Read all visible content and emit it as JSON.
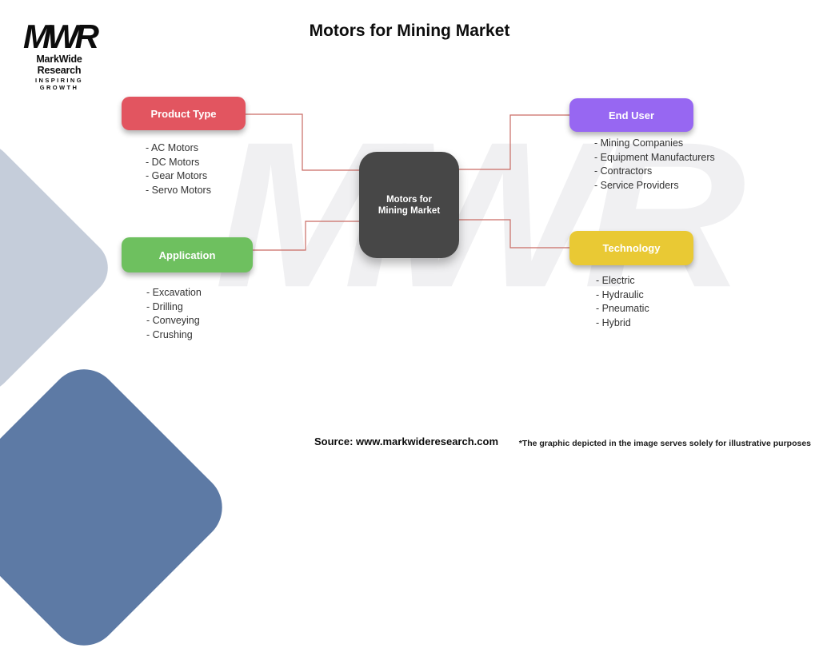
{
  "logo": {
    "mark": "MWR",
    "name": "MarkWide Research",
    "tagline": "INSPIRING GROWTH"
  },
  "title": "Motors for Mining Market",
  "watermark": "MWR",
  "diagram": {
    "connector_color": "#c96b64",
    "center": {
      "label": "Motors for Mining Market",
      "color": "#474747"
    },
    "nodes": [
      {
        "id": "product-type",
        "label": "Product Type",
        "color": "#e25560",
        "items": [
          "- AC Motors",
          "- DC Motors",
          "- Gear Motors",
          "- Servo Motors"
        ]
      },
      {
        "id": "end-user",
        "label": "End User",
        "color": "#9767f2",
        "items": [
          "- Mining Companies",
          "- Equipment Manufacturers",
          "- Contractors",
          "- Service Providers"
        ]
      },
      {
        "id": "application",
        "label": "Application",
        "color": "#6ec05f",
        "items": [
          "- Excavation",
          "- Drilling",
          "- Conveying",
          "- Crushing"
        ]
      },
      {
        "id": "technology",
        "label": "Technology",
        "color": "#e9c934",
        "items": [
          "- Electric",
          "- Hydraulic",
          "- Pneumatic",
          "- Hybrid"
        ]
      }
    ]
  },
  "footer": {
    "source": "Source: www.markwideresearch.com",
    "disclaimer": "*The graphic depicted in the image serves solely for illustrative purposes"
  }
}
